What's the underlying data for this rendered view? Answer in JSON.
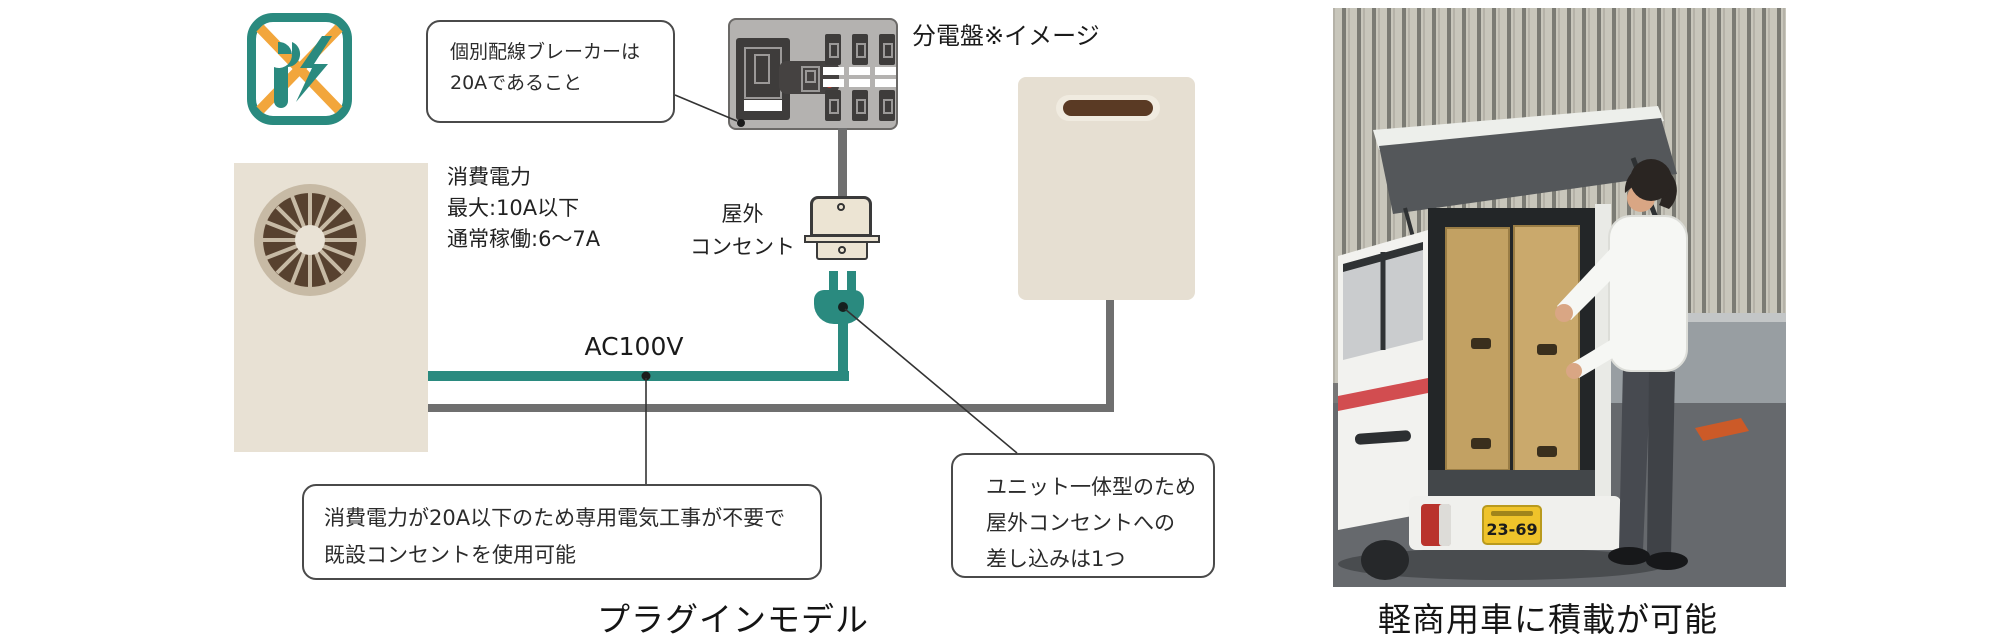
{
  "colors": {
    "accent_teal": "#2a8a7f",
    "accent_orange": "#f2a63c",
    "unit_beige": "#e8e1d4",
    "panel_gray": "#b4b2b0",
    "wire_gray": "#6f6f6f",
    "fan_brown": "#57412f"
  },
  "icons": {
    "no_electrical_work": "wrench-and-lightning-crossed-icon",
    "fan": "unit-fan-icon"
  },
  "diagram": {
    "caption": "プラグインモデル",
    "breaker_callout": {
      "line1": "個別配線ブレーカーは",
      "line2": "20Aであること"
    },
    "panel_label": "分電盤※イメージ",
    "power_note": {
      "line1": "消費電力",
      "line2": "最大:10A以下",
      "line3": "通常稼働:6〜7A"
    },
    "outlet_label": {
      "line1": "屋外",
      "line2": "コンセント"
    },
    "voltage_label": "AC100V",
    "plugin_callout": {
      "line1": "消費電力が20A以下のため専用電気工事が不要で",
      "line2": "既設コンセントを使用可能"
    },
    "unit_callout": {
      "line1": "ユニット一体型のため",
      "line2": "屋外コンセントへの",
      "line3": "差し込みは1つ"
    }
  },
  "photo": {
    "caption": "軽商用車に積載が可能",
    "license_plate": "23-69"
  }
}
